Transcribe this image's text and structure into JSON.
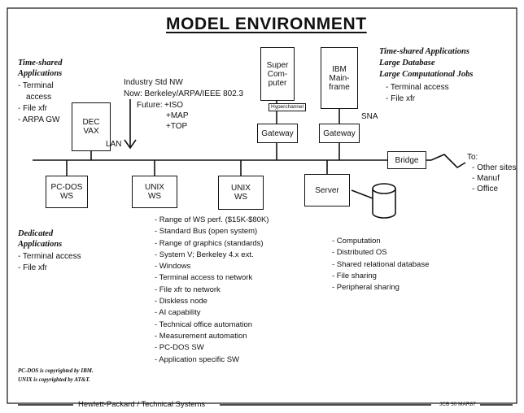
{
  "title": "MODEL ENVIRONMENT",
  "top_left": {
    "heading": [
      "Time-shared",
      "Applications"
    ],
    "items": [
      "- Terminal",
      "access",
      "- File xfr",
      "- ARPA GW"
    ]
  },
  "network_std": {
    "line1": "Industry Std NW",
    "now": "Now:  Berkeley/ARPA/IEEE 802.3",
    "future_label": "Future:",
    "future_items": [
      "+ISO",
      "+MAP",
      "+TOP"
    ]
  },
  "top_right": {
    "heading": [
      "Time-shared Applications",
      "Large Database",
      "Large Computational Jobs"
    ],
    "items": [
      "- Terminal access",
      "- File xfr"
    ]
  },
  "nodes": {
    "dec_vax": "DEC\nVAX",
    "super_computer": "Super\nCom-\nputer",
    "ibm_mainframe": "IBM\nMain-\nframe",
    "gateway_left": "Gateway",
    "gateway_right": "Gateway",
    "bridge": "Bridge",
    "pc_dos_ws": "PC-DOS\nWS",
    "unix_ws_1": "UNIX\nWS",
    "unix_ws_2": "UNIX\nWS",
    "server": "Server"
  },
  "labels": {
    "hyperchannel": "Hyperchannel",
    "sna": "SNA",
    "lan": "LAN"
  },
  "bridge_to": {
    "heading": "To:",
    "items": [
      "- Other sites",
      "- Manuf",
      "- Office"
    ]
  },
  "dedicated": {
    "heading": [
      "Dedicated",
      "Applications"
    ],
    "items": [
      "- Terminal access",
      "- File xfr"
    ]
  },
  "ws_features": [
    "- Range of WS perf. ($15K-$80K)",
    "- Standard Bus (open system)",
    "- Range of graphics (standards)",
    "- System V; Berkeley 4.x ext.",
    "- Windows",
    "- Terminal access to network",
    "- File xfr to network",
    "- Diskless node",
    "- AI capability",
    "- Technical office automation",
    "- Measurement automation",
    "- PC-DOS SW",
    "- Application specific SW"
  ],
  "server_features": [
    "- Computation",
    "- Distributed OS",
    "- Shared relational database",
    "- File sharing",
    "- Peripheral sharing"
  ],
  "copyright": [
    "PC-DOS is copyrighted by IBM.",
    "UNIX is copyrighted by AT&T."
  ],
  "footer": "Hewlett-Packard / Technical Systems",
  "footer_code": "JCB 30 MAR87"
}
